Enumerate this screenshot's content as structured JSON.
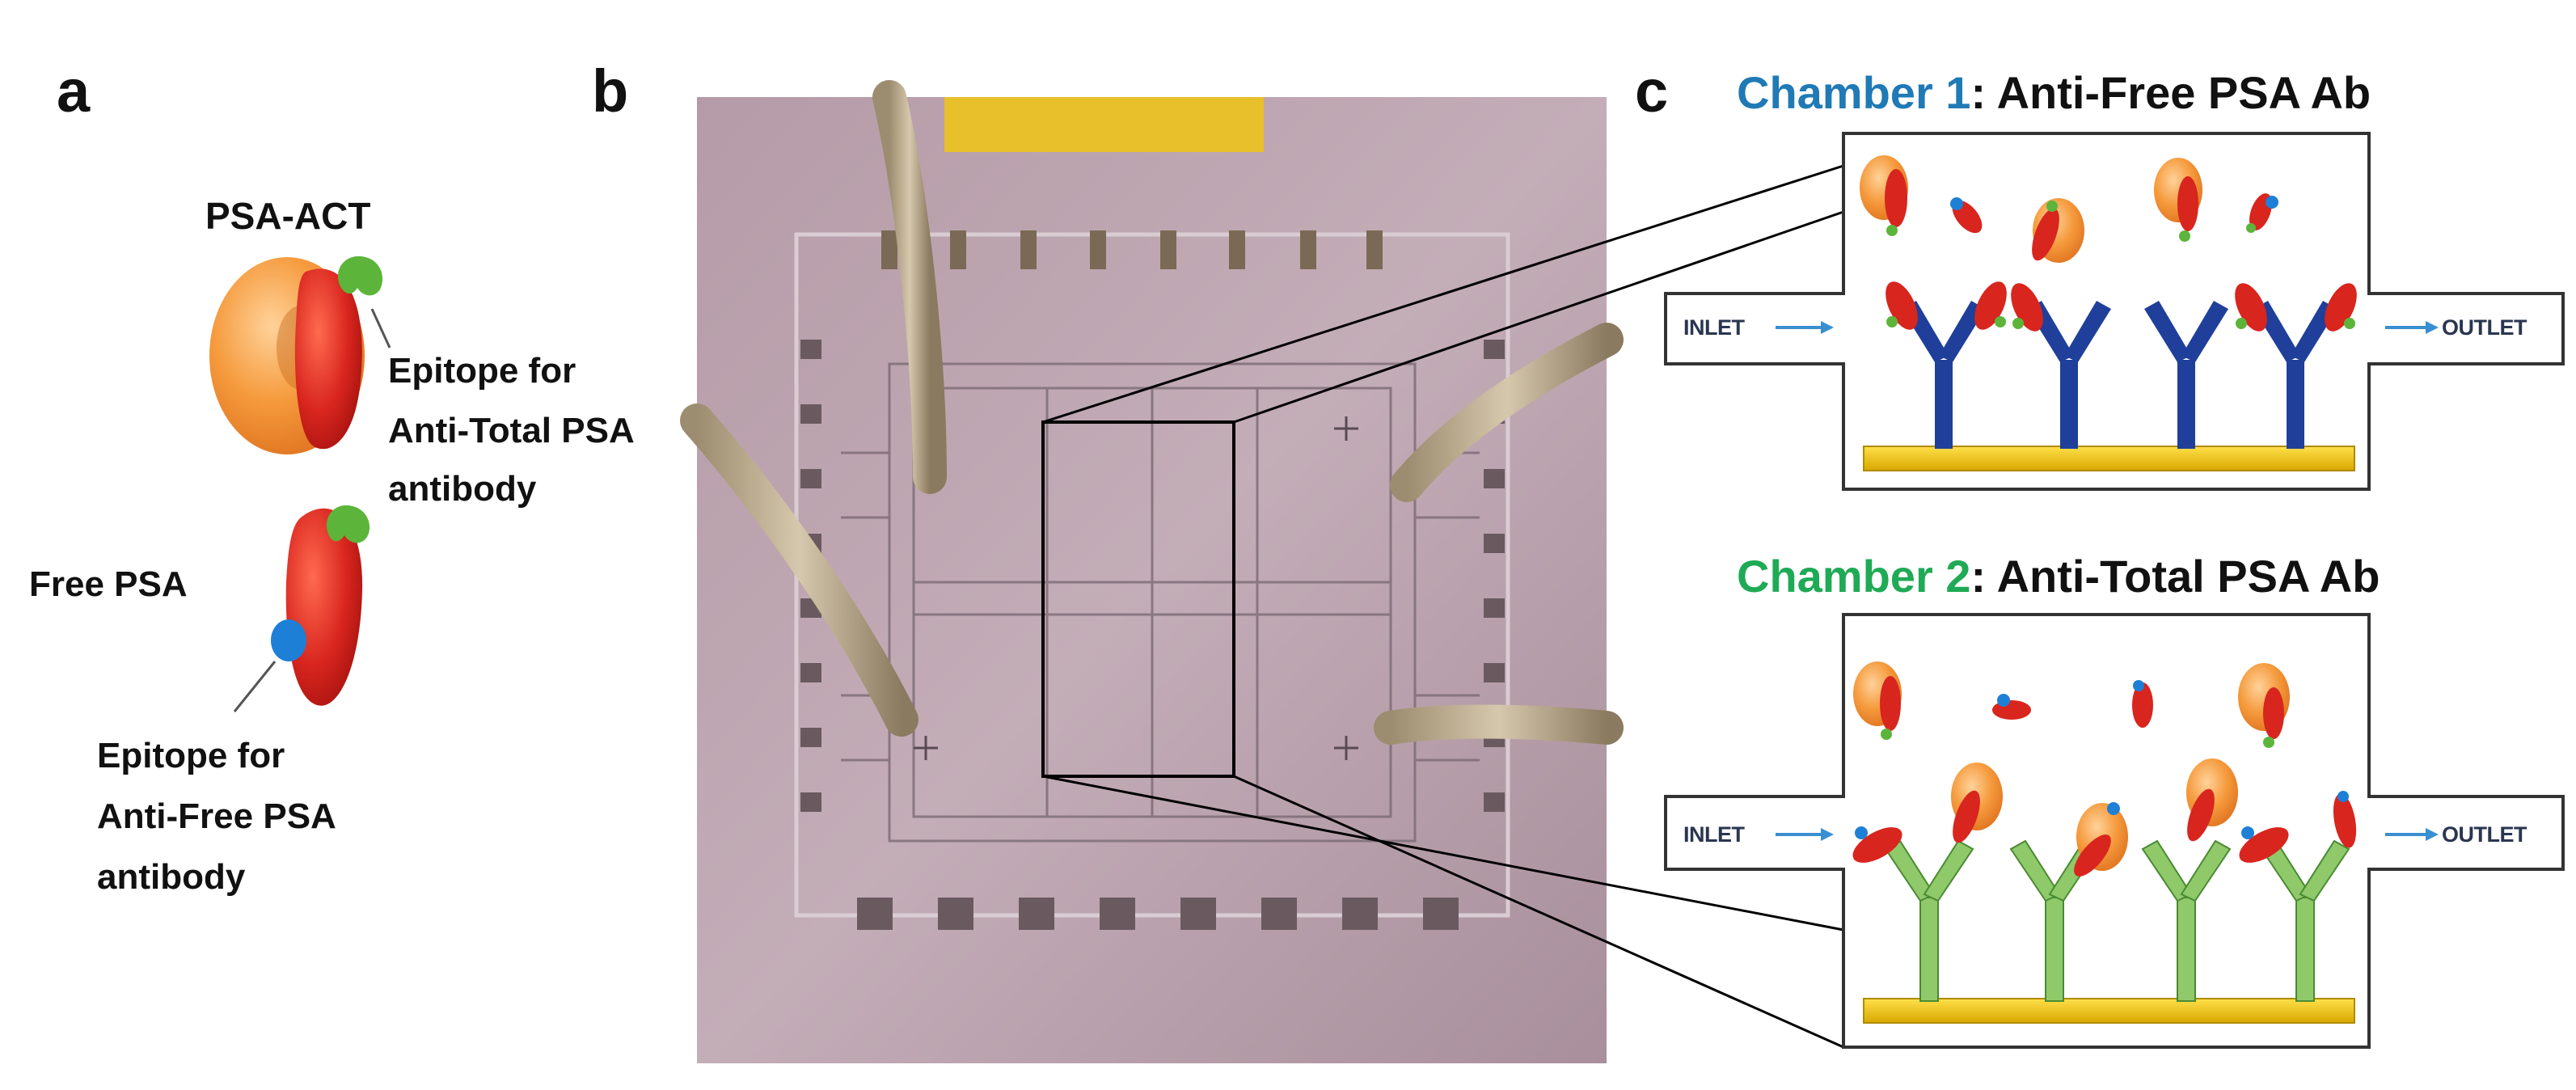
{
  "panels": {
    "a": {
      "label": "a",
      "psa_act": "PSA-ACT",
      "epitope_total": [
        "Epitope  for",
        "Anti-Total PSA",
        "antibody"
      ],
      "free_psa": "Free PSA",
      "epitope_free": [
        "Epitope  for",
        "Anti-Free PSA",
        "antibody"
      ]
    },
    "b": {
      "label": "b"
    },
    "c": {
      "label": "c",
      "chamber1": {
        "name": "Chamber 1",
        "suffix": ": Anti-Free PSA Ab",
        "name_color": "#1f7ab5"
      },
      "chamber2": {
        "name": "Chamber 2",
        "suffix": ":  Anti-Total PSA Ab",
        "name_color": "#1faa55"
      },
      "inlet": "INLET",
      "outlet": "OUTLET"
    }
  },
  "colors": {
    "psa_red": "#d8251e",
    "psa_orange": "#f28a2c",
    "epitope_green": "#5cb53a",
    "epitope_blue": "#1e7fd6",
    "antibody_blue": "#1f3f9a",
    "antibody_green": "#8fc96a",
    "substrate_yellow": "#f0c400",
    "chip_background": "#bca6b0"
  }
}
